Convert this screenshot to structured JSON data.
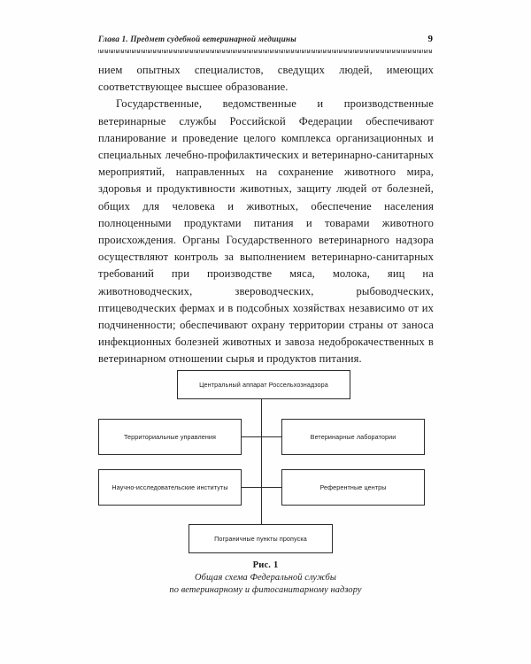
{
  "page": {
    "folio": "9",
    "running_head_title": "Глава 1. Предмет судебной ветеринарной медицины"
  },
  "body": {
    "paragraphs": [
      {
        "indent": false,
        "text": "нием опытных специалистов, сведущих людей, имеющих соответствующее высшее образование."
      },
      {
        "indent": true,
        "text": "Государственные, ведомственные и производственные ветеринарные службы Российской Федерации обеспечивают планирование и проведение целого комплекса организационных и специальных лечебно-профилактических и ветеринарно-санитарных мероприятий, направленных на сохранение животного мира, здоровья и продуктивности животных, защиту людей от болезней, общих для человека и животных, обеспечение населения полноценными продуктами питания и товарами животного происхождения. Органы Государственного ветеринарного надзора осуществляют контроль за выполнением ветеринарно-санитарных требований при производстве мяса, молока, яиц на животноводческих, звероводческих, рыбоводческих, птицеводческих фермах и в подсобных хозяйствах независимо от их подчиненности; обеспечивают охрану территории страны от заноса инфекционных болезней животных и завоза недоброкачественных в ветеринарном отношении сырья и продуктов питания."
      }
    ]
  },
  "figure": {
    "nodes": {
      "central": "Центральный аппарат Россельхознадзора",
      "territorial": "Территориальные управления",
      "laboratories": "Ветеринарные лаборатории",
      "institutes": "Научно-исследовательские институты",
      "reference_centers": "Референтные центры",
      "border_points": "Пограничные пункты пропуска"
    },
    "caption": {
      "number": "Рис. 1",
      "line1": "Общая схема Федеральной службы",
      "line2": "по ветеринарному и фитосанитарному надзору"
    }
  },
  "colors": {
    "page_background": "#fefefe",
    "text": "#1c1c1c",
    "rule": "#4a4a4a",
    "node_border": "#2b2b2b"
  }
}
